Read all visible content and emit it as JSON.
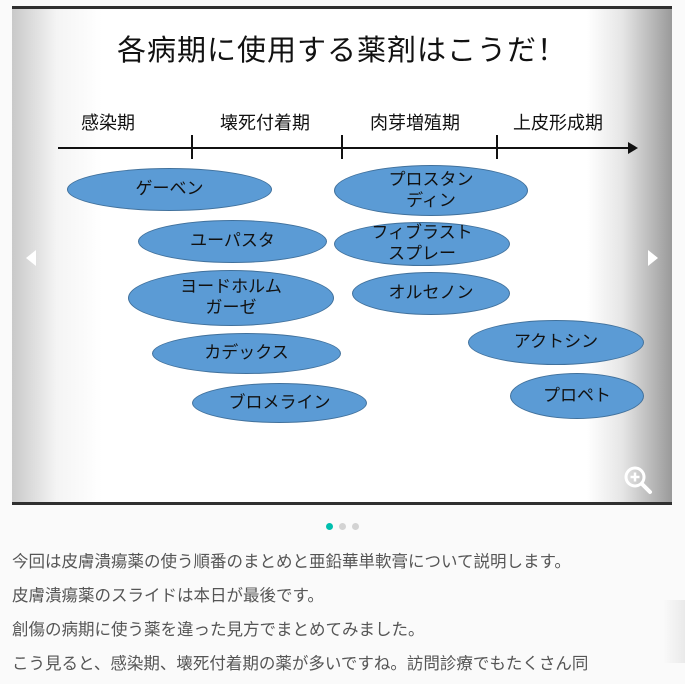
{
  "slider": {
    "slide_title": "各病期に使用する薬剤はこうだ！",
    "phases": [
      "感染期",
      "壊死付着期",
      "肉芽増殖期",
      "上皮形成期"
    ],
    "drugs": [
      {
        "label": "ゲーベン"
      },
      {
        "label": "ユーパスタ"
      },
      {
        "label": "ヨードホルム\nガーゼ"
      },
      {
        "label": "カデックス"
      },
      {
        "label": "ブロメライン"
      },
      {
        "label": "プロスタン\nディン"
      },
      {
        "label": "フィブラスト\nスプレー"
      },
      {
        "label": "オルセノン"
      },
      {
        "label": "アクトシン"
      },
      {
        "label": "プロペト"
      }
    ],
    "colors": {
      "ellipse_fill": "#5b9bd5",
      "ellipse_border": "#41719c",
      "active_dot": "#00bfae",
      "inactive_dot": "#d3d3d3"
    },
    "icons": {
      "prev": "chevron-left-icon",
      "next": "chevron-right-icon",
      "zoom": "zoom-in-icon"
    },
    "pagination": {
      "total": 3,
      "active_index": 0
    }
  },
  "article": {
    "paragraphs": [
      "今回は皮膚潰瘍薬の使う順番のまとめと亜鉛華単軟膏について説明します。",
      "皮膚潰瘍薬のスライドは本日が最後です。",
      "創傷の病期に使う薬を違った見方でまとめてみました。",
      "こう見ると、感染期、壊死付着期の薬が多いですね。訪問診療でもたくさん同"
    ]
  }
}
